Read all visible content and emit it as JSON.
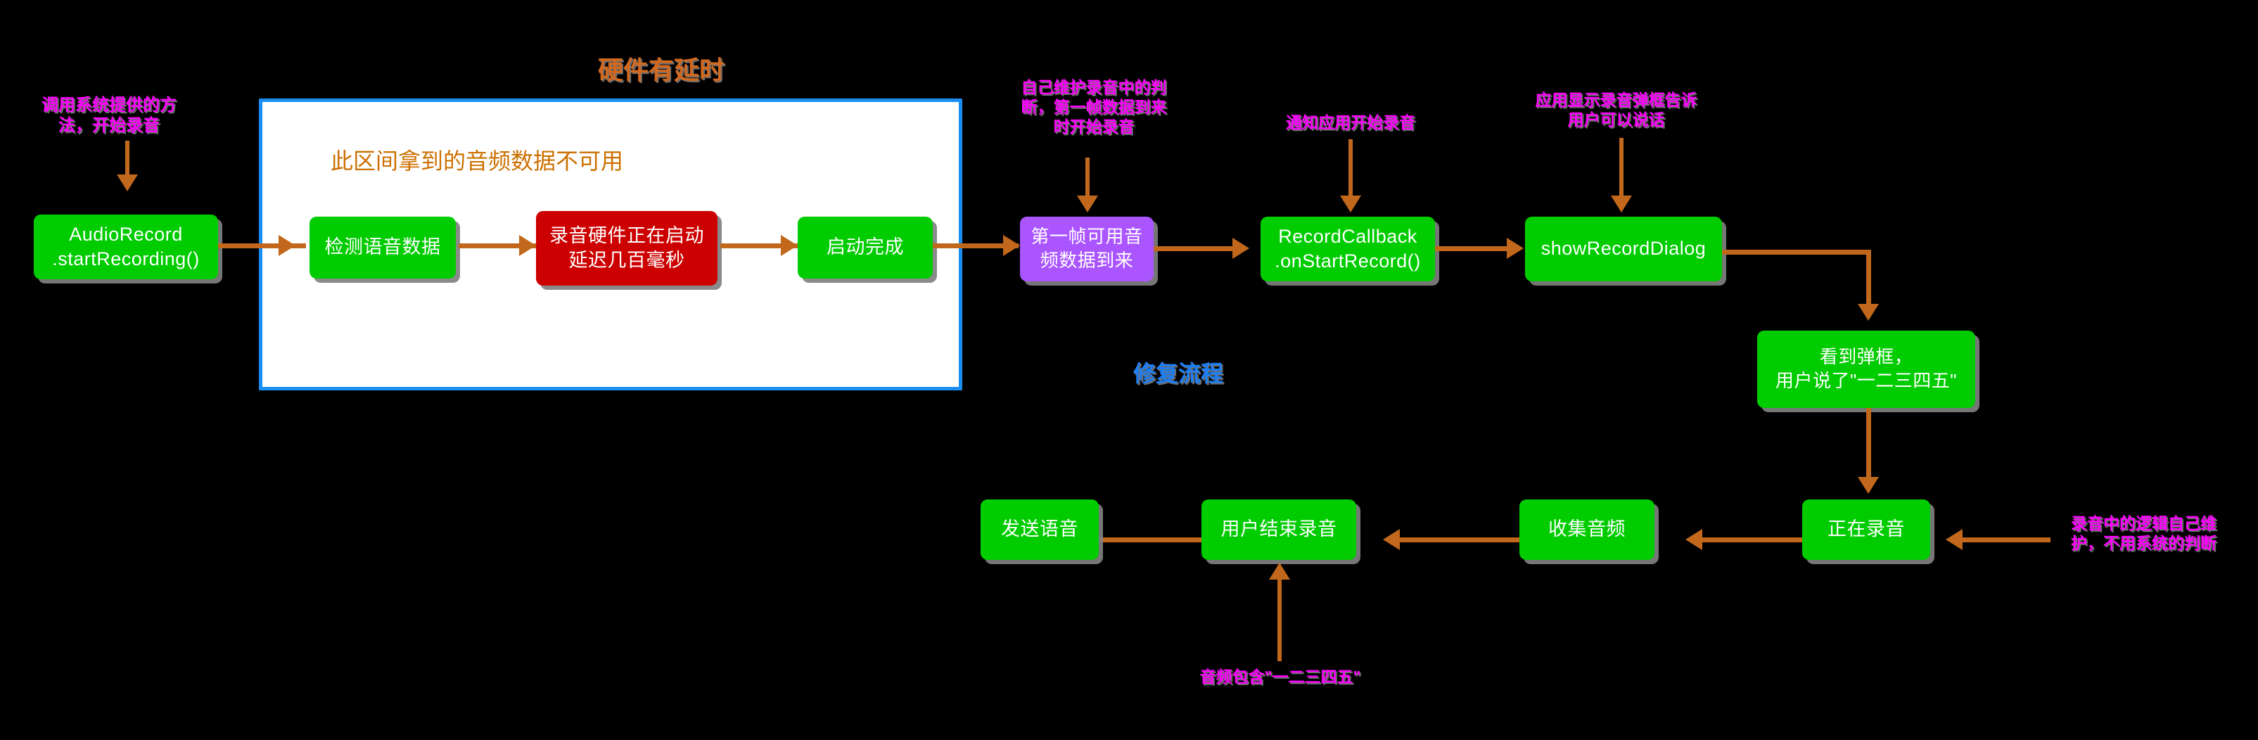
{
  "titles": {
    "hardware_delay": "硬件有延时",
    "fix_flow": "修复流程"
  },
  "region": {
    "caption": "此区间拿到的音频数据不可用"
  },
  "nodes": {
    "audio_record": "AudioRecord\n.startRecording()",
    "detect_voice": "检测语音数据",
    "hw_starting": "录音硬件正在启动\n延迟几百毫秒",
    "start_done": "启动完成",
    "first_frame": "第一帧可用音\n频数据到来",
    "record_callback": "RecordCallback\n.onStartRecord()",
    "show_dialog": "showRecordDialog",
    "saw_dialog": "看到弹框，\n用户说了\"一二三四五\"",
    "recording": "正在录音",
    "collect_audio": "收集音频",
    "user_end": "用户结束录音",
    "send_voice": "发送语音"
  },
  "annotations": {
    "call_system_start": "调用系统提供的方\n法，开始录音",
    "self_maintain_first_frame": "自己维护录音中的判\n断，第一帧数据到来\n时开始录音",
    "notify_app_start": "通知应用开始录音",
    "app_show_dialog": "应用显示录音弹框告诉\n用户可以说话",
    "logic_self_maintained": "录音中的逻辑自己维\n护，不用系统的判断",
    "audio_contains": "音频包含\"一二三四五\""
  },
  "colors": {
    "background": "#000000",
    "node_green": "#00cc00",
    "node_red": "#cc0000",
    "node_purple": "#aa55ff",
    "connector": "#c1681c",
    "region_border": "#1b8ef2",
    "region_fill": "#ffffff",
    "annotation_magenta": "#ff00ff",
    "title_orange": "#d2691e",
    "title_blue": "#1b7ef5",
    "caption_orange": "#cc7000"
  }
}
